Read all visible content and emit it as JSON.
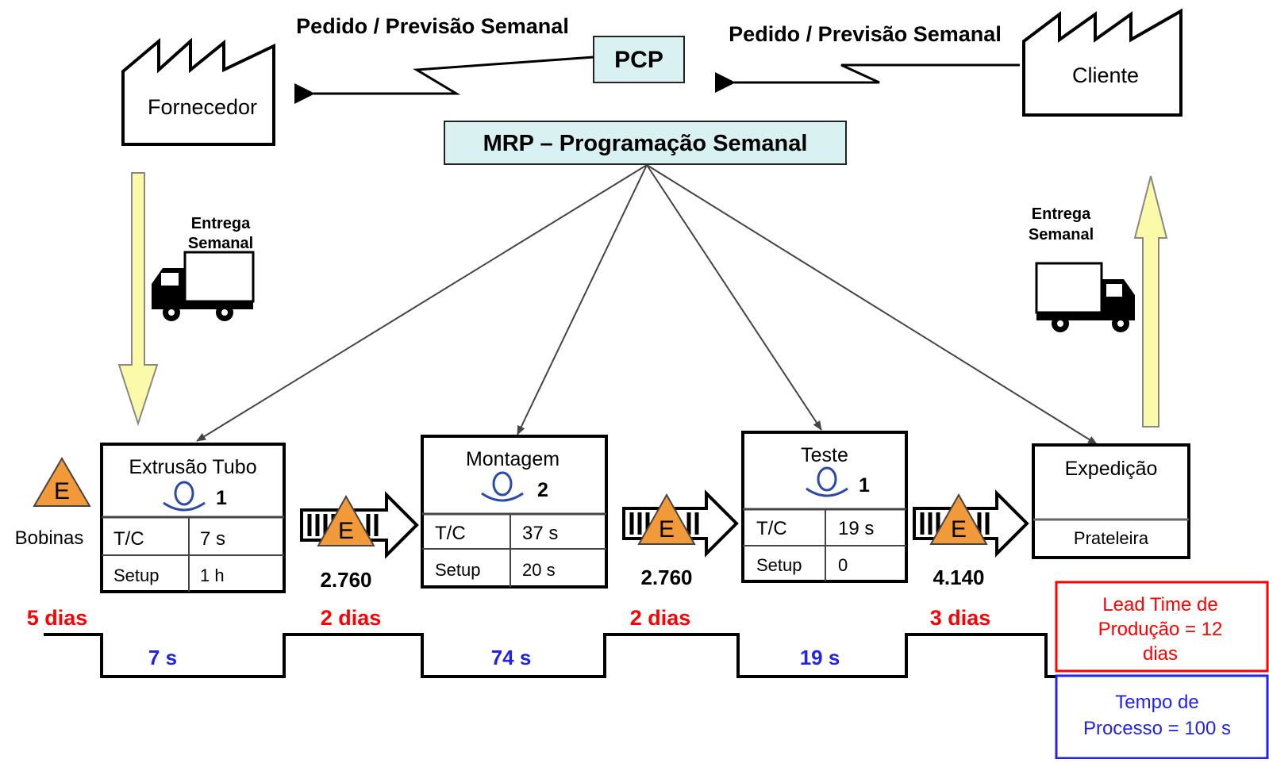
{
  "supplier": {
    "label": "Fornecedor"
  },
  "customer": {
    "label": "Cliente"
  },
  "pcp": {
    "label": "PCP"
  },
  "mrp": {
    "label": "MRP – Programação Semanal"
  },
  "info_flow": {
    "left_label": "Pedido / Previsão Semanal",
    "right_label": "Pedido / Previsão Semanal"
  },
  "deliveries": {
    "inbound": {
      "line1": "Entrega",
      "line2": "Semanal"
    },
    "outbound": {
      "line1": "Entrega",
      "line2": "Semanal"
    }
  },
  "raw_inventory": {
    "symbol": "E",
    "label": "Bobinas"
  },
  "processes": [
    {
      "name": "Extrusão Tubo",
      "operators": "1",
      "rows": [
        [
          "T/C",
          "7 s"
        ],
        [
          "Setup",
          "1 h"
        ]
      ]
    },
    {
      "name": "Montagem",
      "operators": "2",
      "rows": [
        [
          "T/C",
          "37 s"
        ],
        [
          "Setup",
          "20 s"
        ]
      ]
    },
    {
      "name": "Teste",
      "operators": "1",
      "rows": [
        [
          "T/C",
          "19 s"
        ],
        [
          "Setup",
          "0"
        ]
      ]
    },
    {
      "name": "Expedição",
      "sub": "Prateleira"
    }
  ],
  "inventories": [
    {
      "symbol": "E",
      "quantity": "2.760"
    },
    {
      "symbol": "E",
      "quantity": "2.760"
    },
    {
      "symbol": "E",
      "quantity": "4.140"
    }
  ],
  "timeline": {
    "waits": [
      "5 dias",
      "2 dias",
      "2 dias",
      "3 dias"
    ],
    "process_times": [
      "7 s",
      "74 s",
      "19 s"
    ]
  },
  "summary": {
    "lead_time": {
      "line1": "Lead Time de",
      "line2": "Produção = 12",
      "line3": "dias"
    },
    "process_time": {
      "line1": "Tempo de",
      "line2": "Processo = 100 s"
    }
  },
  "colors": {
    "red": "#ff0000",
    "blue": "#2222ee",
    "pale_blue": "#d9f1f1",
    "arrow_yellow": "#fafaa8",
    "triangle_orange": "#f29a3a",
    "operator_blue": "#2a4aa8"
  }
}
